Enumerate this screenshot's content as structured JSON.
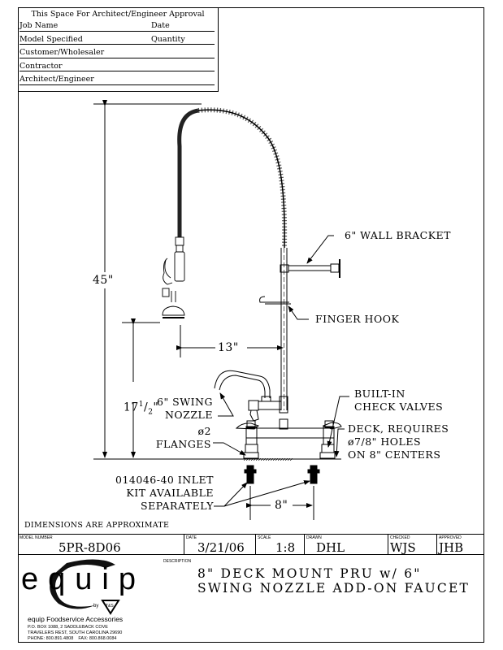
{
  "approval_box": {
    "title": "This Space For Architect/Engineer Approval",
    "fields": [
      {
        "label": "Job Name",
        "label2": "Date"
      },
      {
        "label": "Model Specified",
        "label2": "Quantity"
      },
      {
        "label": "Customer/Wholesaler",
        "label2": ""
      },
      {
        "label": "Contractor",
        "label2": ""
      },
      {
        "label": "Architect/Engineer",
        "label2": ""
      }
    ]
  },
  "drawing": {
    "dimensions": {
      "overall_height": "45\"",
      "reach": "13\"",
      "spout_height_whole": "17",
      "spout_height_frac_num": "1",
      "spout_height_frac_den": "2",
      "spout_height_unit": "\"",
      "center_spacing": "8\""
    },
    "callouts": {
      "wall_bracket": "6\" WALL BRACKET",
      "finger_hook": "FINGER HOOK",
      "check_valves": "BUILT-IN\nCHECK VALVES",
      "deck": "DECK, REQUIRES\nø7/8\" HOLES\nON 8\" CENTERS",
      "swing_nozzle": "6\" SWING\nNOZZLE",
      "flanges": "ø2\nFLANGES",
      "inlet_kit": "014046-40 INLET\nKIT AVAILABLE\nSEPARATELY"
    }
  },
  "dimensions_note": "DIMENSIONS ARE APPROXIMATE",
  "title_block": {
    "model_number_caption": "MODEL NUMBER",
    "model_number": "5PR-8D06",
    "date_caption": "DATE",
    "date": "3/21/06",
    "scale_caption": "SCALE",
    "scale": "1:8",
    "drawn_caption": "DRAWN",
    "drawn": "DHL",
    "checked_caption": "CHECKED",
    "checked": "WJS",
    "approved_caption": "APPROVED",
    "approved": "JHB"
  },
  "description": {
    "caption": "DESCRIPTION",
    "text": "8\" DECK MOUNT PRU w/ 6\"\nSWING NOZZLE ADD-ON FAUCET"
  },
  "company": {
    "logo_text": "equip",
    "by_text": "by",
    "badge_text": "T&S",
    "name": "equip Foodservice Accessories",
    "address_line1": "P.O. BOX 1088, 2 SADDLEBACK COVE",
    "address_line2": "TRAVELERS REST, SOUTH CAROLINA 29690",
    "phone_fax": "PHONE: 800.891.4808    FAX: 800.868.0084"
  }
}
